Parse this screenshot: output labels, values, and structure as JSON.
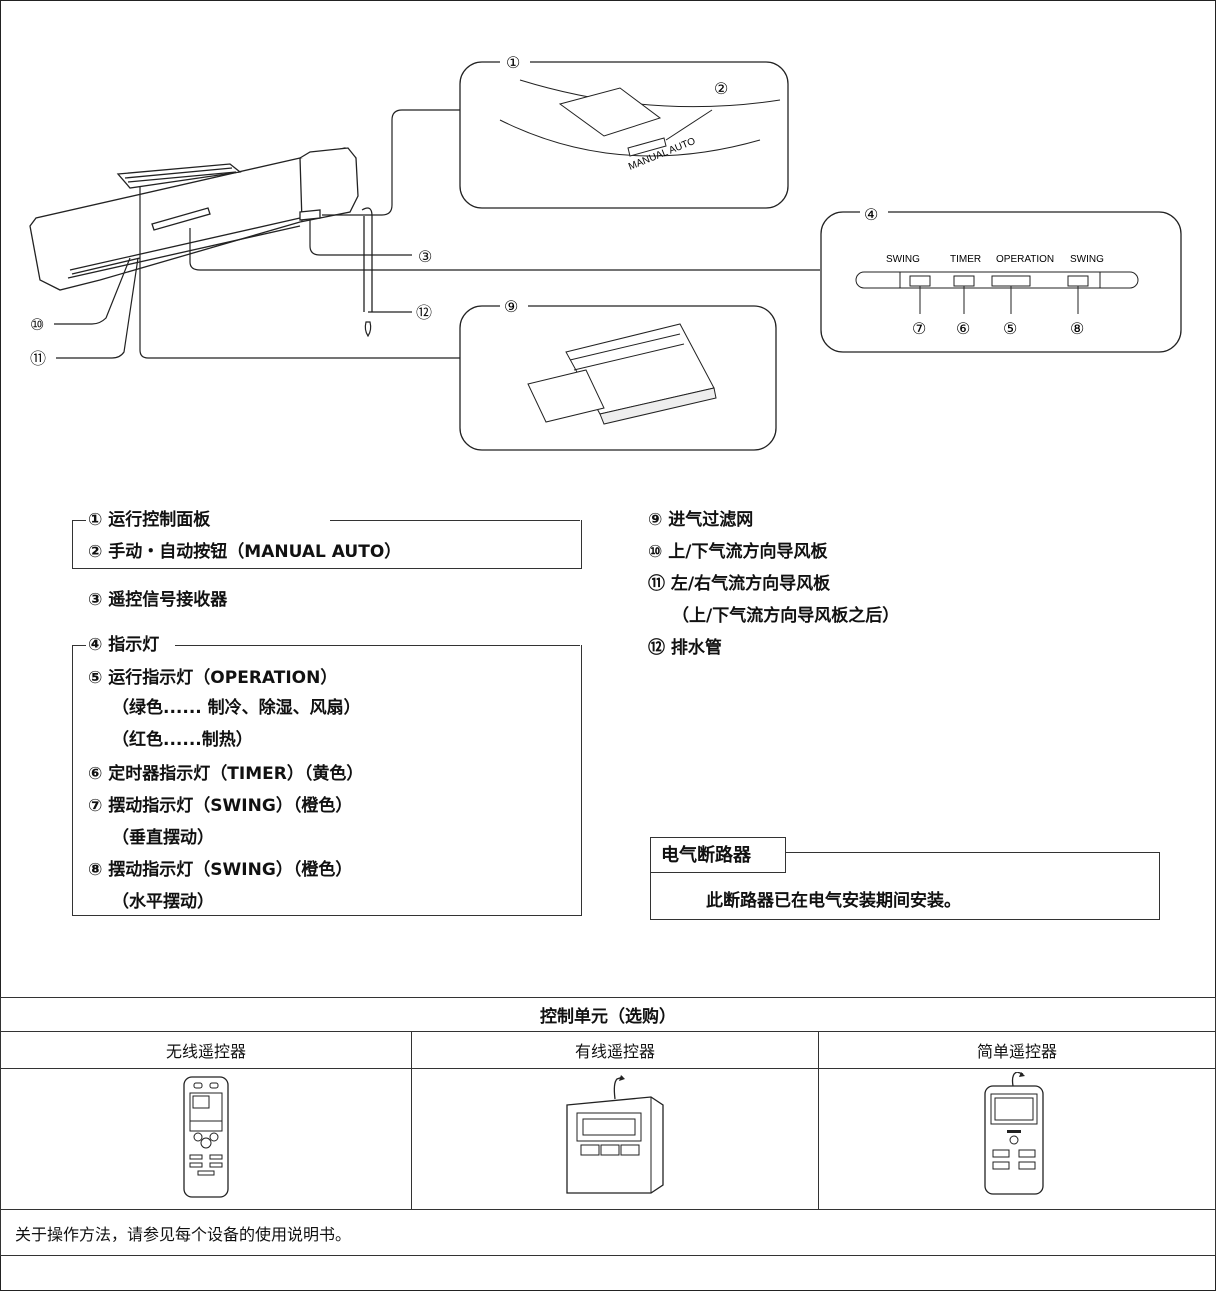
{
  "diagram": {
    "callouts": [
      "①",
      "②",
      "③",
      "④",
      "⑤",
      "⑥",
      "⑦",
      "⑧",
      "⑨",
      "⑩",
      "⑪",
      "⑫"
    ],
    "panel_text": "MANUAL AUTO",
    "indicators": [
      "SWING",
      "TIMER",
      "OPERATION",
      "SWING"
    ]
  },
  "legend_left": {
    "group1": [
      "① 运行控制面板",
      "② 手动・自动按钮（MANUAL AUTO）"
    ],
    "item3": "③ 遥控信号接收器",
    "group4_title": "④ 指示灯",
    "group4": [
      "⑤ 运行指示灯（OPERATION）",
      "（绿色...... 制冷、除湿、风扇）",
      "（红色......制热）",
      "⑥ 定时器指示灯（TIMER）（黄色）",
      "⑦ 摆动指示灯（SWING）（橙色）",
      "（垂直摆动）",
      "⑧ 摆动指示灯（SWING）（橙色）",
      "（水平摆动）"
    ]
  },
  "legend_right": [
    "⑨ 进气过滤网",
    "⑩ 上/下气流方向导风板",
    "⑪ 左/右气流方向导风板",
    "（上/下气流方向导风板之后）",
    "⑫ 排水管"
  ],
  "circuit_breaker": {
    "title": "电气断路器",
    "text": "此断路器已在电气安装期间安装。"
  },
  "control_units": {
    "title": "控制单元（选购）",
    "columns": [
      "无线遥控器",
      "有线遥控器",
      "简单遥控器"
    ],
    "note": "关于操作方法，请参见每个设备的使用说明书。"
  }
}
